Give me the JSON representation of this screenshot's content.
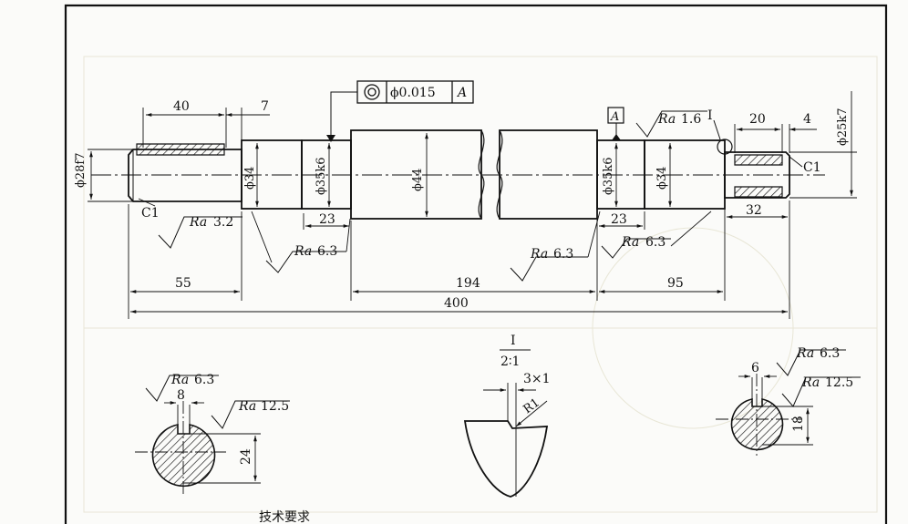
{
  "main_view": {
    "dim_left_dia": "ϕ28f7",
    "dim_right_dia": "ϕ25k7",
    "dim_40": "40",
    "dim_7": "7",
    "dim_20": "20",
    "dim_4": "4",
    "dim_34_left": "ϕ34",
    "dim_35k6_left": "ϕ35k6",
    "dim_44": "ϕ44",
    "dim_35k6_right": "ϕ35k6",
    "dim_34_right": "ϕ34",
    "dim_23_left": "23",
    "dim_23_right": "23",
    "dim_32": "32",
    "dim_55": "55",
    "dim_194": "194",
    "dim_95": "95",
    "dim_400": "400",
    "chamfer_left": "C1",
    "chamfer_right": "C1",
    "detail_ref": "I",
    "datum_label": "A"
  },
  "tolerance_frame": {
    "value": "ϕ0.015",
    "datum": "A"
  },
  "roughness": {
    "left_end": {
      "prefix": "Ra",
      "value": "3.2"
    },
    "shoulder_left": {
      "prefix": "Ra",
      "value": "6.3"
    },
    "journal_right": {
      "prefix": "Ra",
      "value": "6.3"
    },
    "shoulder_right": {
      "prefix": "Ra",
      "value": "6.3"
    },
    "top_right": {
      "prefix": "Ra",
      "value": "1.6"
    }
  },
  "section_left": {
    "rough_top": {
      "prefix": "Ra",
      "value": "6.3"
    },
    "rough_side": {
      "prefix": "Ra",
      "value": "12.5"
    },
    "dim_width": "8",
    "dim_height": "24"
  },
  "detail_view": {
    "label": "I",
    "scale": "2∶1",
    "chamfer": "3×1",
    "radius": "R1"
  },
  "section_right": {
    "rough_top": {
      "prefix": "Ra",
      "value": "6.3"
    },
    "rough_side": {
      "prefix": "Ra",
      "value": "12.5"
    },
    "dim_width": "6",
    "dim_height": "18"
  },
  "footer": {
    "tech_requirements": "技术要求"
  }
}
